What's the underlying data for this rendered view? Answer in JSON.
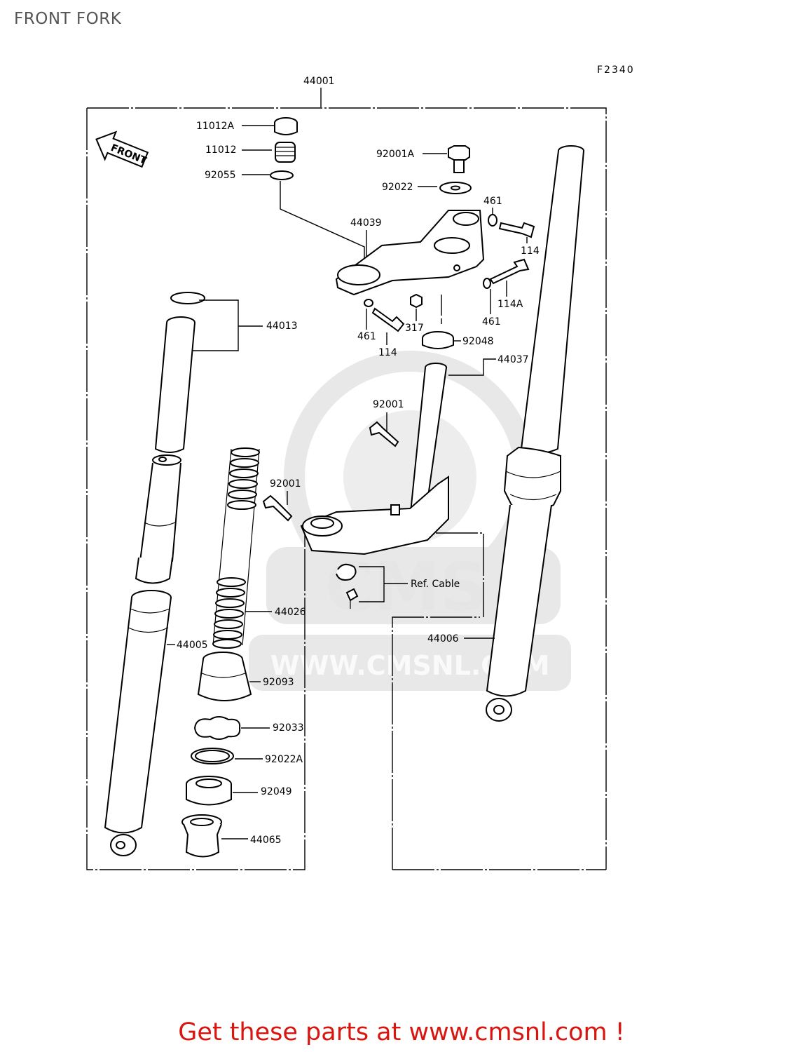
{
  "page": {
    "title": "FRONT FORK",
    "figure_code": "F2340",
    "footer": "Get these parts at www.cmsnl.com !",
    "watermark": {
      "logo_text": "CMS",
      "url": "WWW.CMSNL.COM"
    }
  },
  "diagram": {
    "front_arrow": "FRONT",
    "labels": {
      "p44001": "44001",
      "p11012A": "11012A",
      "p11012": "11012",
      "p92055": "92055",
      "p92001A": "92001A",
      "p92022": "92022",
      "p461_top": "461",
      "p114_top": "114",
      "p44039": "44039",
      "p114A": "114A",
      "p461_right": "461",
      "p317": "317",
      "p461_left": "461",
      "p114_bottom": "114",
      "p44013": "44013",
      "p92048": "92048",
      "p44037": "44037",
      "p92001_upper": "92001",
      "p92001_lower": "92001",
      "ref_cable": "Ref. Cable",
      "p44026": "44026",
      "p44005": "44005",
      "p44006": "44006",
      "p92093": "92093",
      "p92033": "92033",
      "p92022A": "92022A",
      "p92049": "92049",
      "p44065": "44065"
    }
  }
}
